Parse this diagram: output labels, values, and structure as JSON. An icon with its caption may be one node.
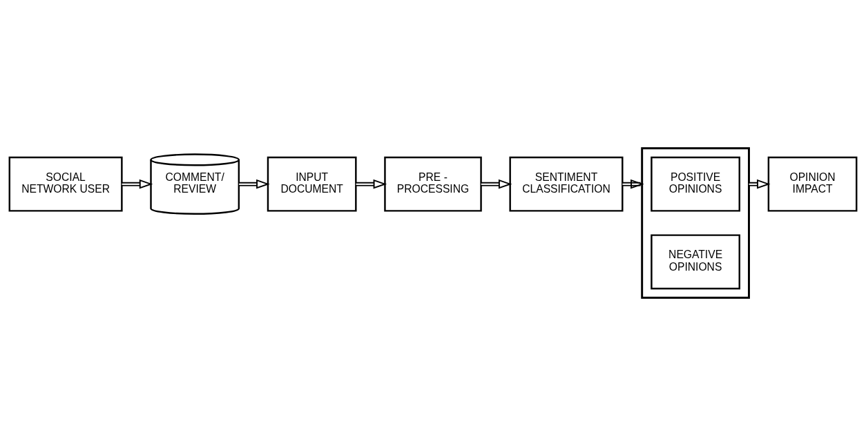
{
  "diagram": {
    "nodes": [
      {
        "text": [
          "SOCIAL NETWORK USER"
        ]
      },
      {
        "text": [
          "COMMENT/ REVIEW"
        ]
      },
      {
        "text": [
          "INPUT DOCUMENT"
        ]
      },
      {
        "text": [
          "PRE - PROCESSING"
        ]
      },
      {
        "text": [
          "SENTIMENT CLASSIFICATION"
        ]
      },
      {
        "text": [],
        "shape": "box"
      },
      {
        "text": [
          "POSITIVE OPINIONS"
        ],
        "in": 5
      },
      {
        "text": [
          "NEGATIVE OPINIONS"
        ],
        "in": 5
      },
      {
        "text": [
          "OPINION IMPACT"
        ]
      }
    ],
    "edges": [
      {
        "from": 0,
        "to": 1,
        "arrow": "to"
      },
      {
        "from": 1,
        "to": 2,
        "arrow": "to"
      },
      {
        "from": 2,
        "to": 3,
        "arrow": "to"
      },
      {
        "from": 3,
        "to": 4,
        "arrow": "to"
      },
      {
        "from": 4,
        "to": 5,
        "arrow": "to"
      },
      {
        "from": 5,
        "to": 8,
        "arrow": "to"
      }
    ]
  }
}
